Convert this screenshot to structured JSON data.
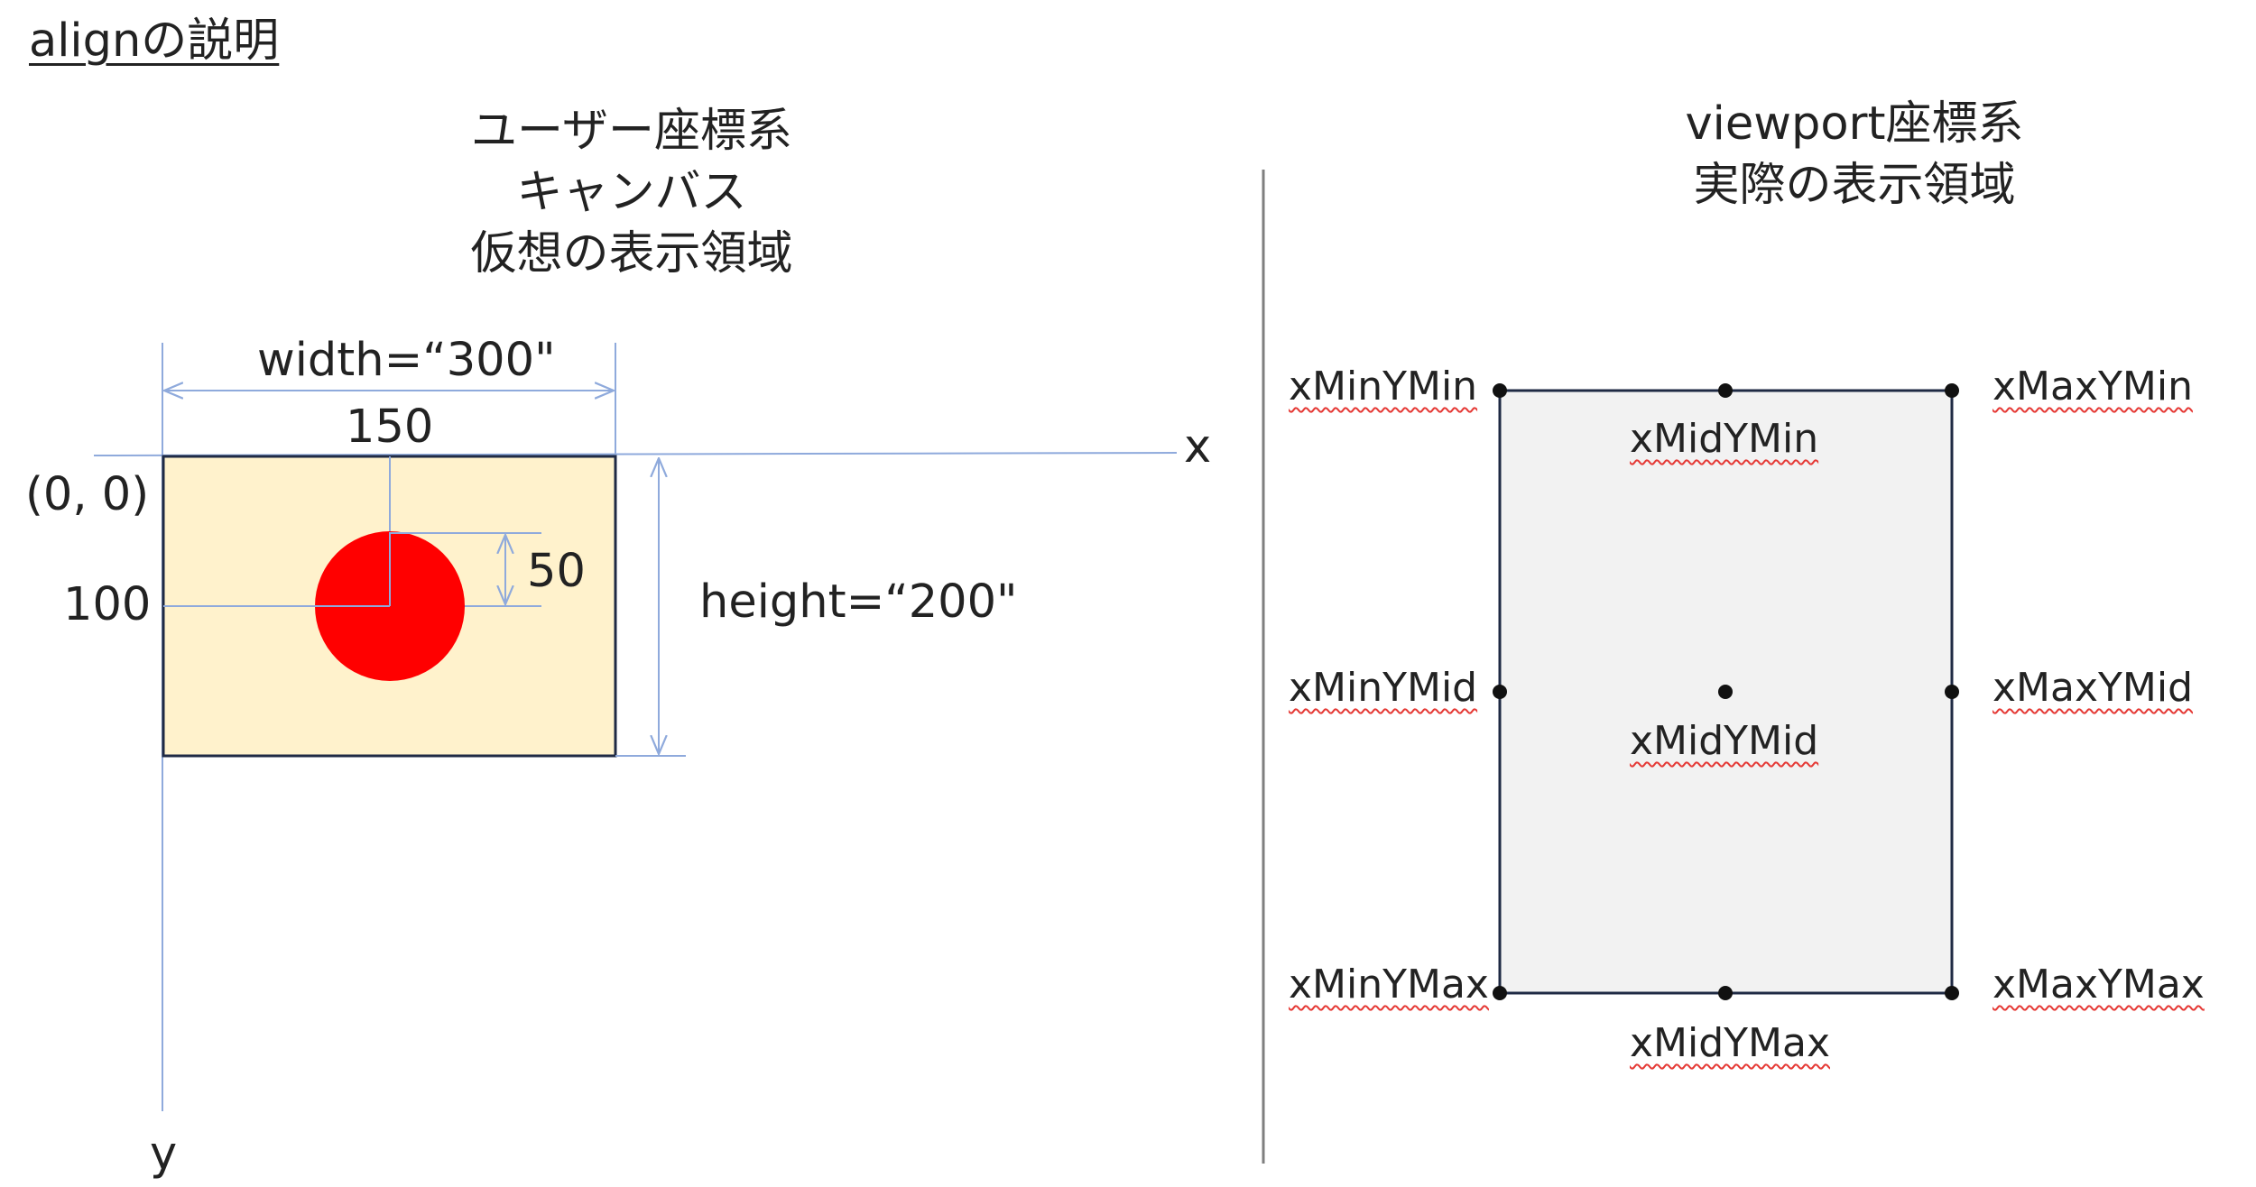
{
  "page": {
    "title": "alignの説明"
  },
  "left_panel": {
    "heading_lines": [
      "ユーザー座標系",
      "キャンバス",
      "仮想の表示領域"
    ],
    "labels": {
      "width": "width=“300\"",
      "center_x": "150",
      "origin": "(0, 0)",
      "center_y": "100",
      "radius": "50",
      "height": "height=“200\"",
      "x_axis": "x",
      "y_axis": "y"
    }
  },
  "right_panel": {
    "heading_lines": [
      "viewport座標系",
      "実際の表示領域"
    ],
    "anchors": {
      "xMinYMin": "xMinYMin",
      "xMidYMin": "xMidYMin",
      "xMaxYMin": "xMaxYMin",
      "xMinYMid": "xMinYMid",
      "xMidYMid": "xMidYMid",
      "xMaxYMid": "xMaxYMid",
      "xMinYMax": "xMinYMax",
      "xMidYMax": "xMidYMax",
      "xMaxYMax": "xMaxYMax"
    }
  },
  "colors": {
    "canvas_fill": "#FFF2CC",
    "circle_fill": "#FF0000",
    "viewport_fill": "#F2F2F2",
    "guide_line": "#8FAADC",
    "box_border": "#1F2A44",
    "divider": "#7F7F7F",
    "spellcheck_underline": "#E53935"
  }
}
